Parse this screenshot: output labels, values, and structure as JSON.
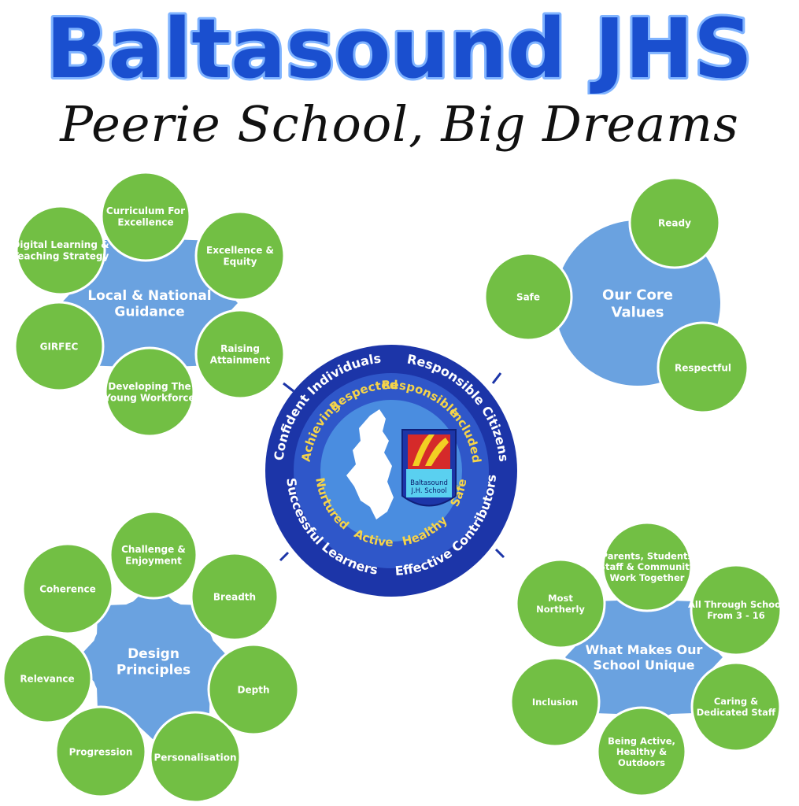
{
  "header": {
    "title": "Baltasound JHS",
    "subtitle": "Peerie School, Big Dreams"
  },
  "colors": {
    "title_fill": "#1a4fcf",
    "title_outline": "#7fb3ff",
    "green_circle": "#72bf44",
    "hub_blue": "#6aa2e0",
    "ring_dark": "#1c35a8",
    "ring_mid": "#2f57c9",
    "ring_inner": "#4a8de0",
    "values_yellow": "#f5d44a"
  },
  "clusters": {
    "guidance": {
      "hub": [
        "Local & National",
        "Guidance"
      ],
      "items": [
        [
          "Curriculum For",
          "Excellence"
        ],
        [
          "Excellence &",
          "Equity"
        ],
        [
          "Raising",
          "Attainment"
        ],
        [
          "Developing The",
          "Young Workforce"
        ],
        [
          "GIRFEC"
        ],
        [
          "Digital Learning &",
          "Teaching Strategy"
        ]
      ]
    },
    "values": {
      "hub": [
        "Our Core",
        "Values"
      ],
      "items": [
        [
          "Ready"
        ],
        [
          "Respectful"
        ],
        [
          "Safe"
        ]
      ]
    },
    "design": {
      "hub": [
        "Design",
        "Principles"
      ],
      "items": [
        [
          "Challenge &",
          "Enjoyment"
        ],
        [
          "Breadth"
        ],
        [
          "Depth"
        ],
        [
          "Personalisation"
        ],
        [
          "Progression"
        ],
        [
          "Relevance"
        ],
        [
          "Coherence"
        ]
      ]
    },
    "unique": {
      "hub": [
        "What Makes Our",
        "School Unique"
      ],
      "items": [
        [
          "Parents, Students",
          "Staff & Community",
          "Work Together"
        ],
        [
          "All Through School",
          "From 3 - 16"
        ],
        [
          "Caring &",
          "Dedicated Staff"
        ],
        [
          "Being Active,",
          "Healthy &",
          "Outdoors"
        ],
        [
          "Inclusion"
        ],
        [
          "Most",
          "Northerly"
        ]
      ]
    }
  },
  "central": {
    "capacities": [
      "Confident Individuals",
      "Responsible Citizens",
      "Successful Learners",
      "Effective Contributors"
    ],
    "wellbeing": [
      "Achieving",
      "Respected",
      "Responsible",
      "Included",
      "Safe",
      "Healthy",
      "Active",
      "Nurtured"
    ],
    "logo_text": [
      "Baltasound",
      "J.H. School"
    ]
  }
}
